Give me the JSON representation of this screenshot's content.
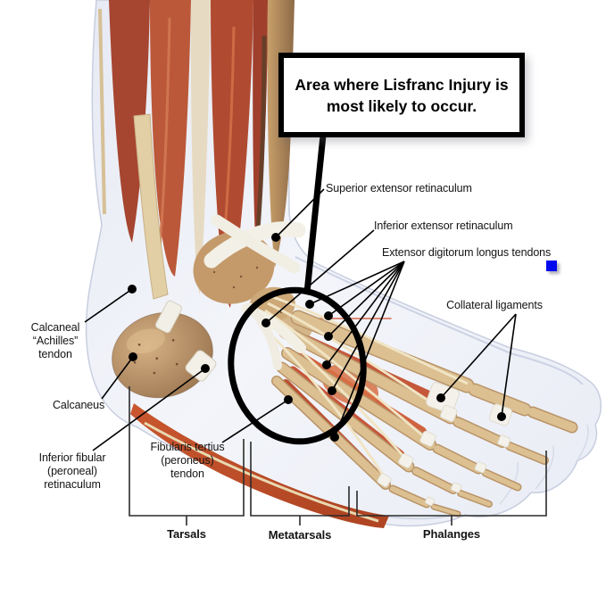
{
  "title_box": {
    "text": "Area where Lisfranc Injury is\nmost likely to occur."
  },
  "labels": {
    "superior_extensor": "Superior extensor retinaculum",
    "inferior_extensor": "Inferior extensor retinaculum",
    "extensor_digitorum": "Extensor digitorum longus tendons",
    "collateral_ligaments": "Collateral ligaments",
    "calcaneal_tendon": "Calcaneal\n“Achilles”\ntendon",
    "calcaneus": "Calcaneus",
    "inferior_fibular": "Inferior fibular\n(peroneal)\nretinaculum",
    "fibularis_tertius": "Fibularis tertius\n(peroneus)\ntendon",
    "tarsals": "Tarsals",
    "metatarsals": "Metatarsals",
    "phalanges": "Phalanges"
  },
  "marker": {
    "color": "#0009ee"
  },
  "colors": {
    "annotation": "#000000",
    "muscle_red": "#b55038",
    "bone_tan": "#d9bc8e",
    "tendon_white": "#f2efe6",
    "skin_ghost": "#e9ecf5"
  }
}
